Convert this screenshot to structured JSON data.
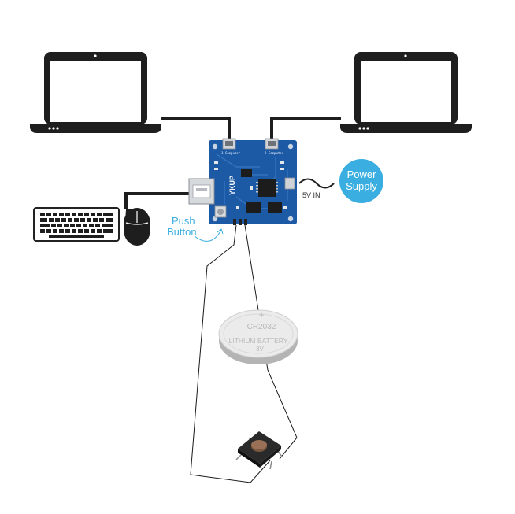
{
  "labels": {
    "power_supply_line1": "Power",
    "power_supply_line2": "Supply",
    "voltage_input": "5V IN",
    "push_button_line1": "Push",
    "push_button_line2": "Button",
    "battery_model": "CR2032",
    "battery_type": "LITHIUM BATTERY",
    "battery_voltage": "3V",
    "board_brand": "YKUP"
  },
  "colors": {
    "accent_blue": "#3aaee0",
    "pcb_blue": "#1d5aa5",
    "device_black": "#1e1e1e",
    "wire": "#1a1a1a"
  },
  "icons": {
    "left_computer": "laptop-icon",
    "right_computer": "laptop-icon",
    "keyboard": "keyboard-icon",
    "mouse": "mouse-icon",
    "battery": "coin-cell-battery-icon",
    "button": "tactile-push-button-icon",
    "ac_symbol": "tilde-ac-icon"
  }
}
